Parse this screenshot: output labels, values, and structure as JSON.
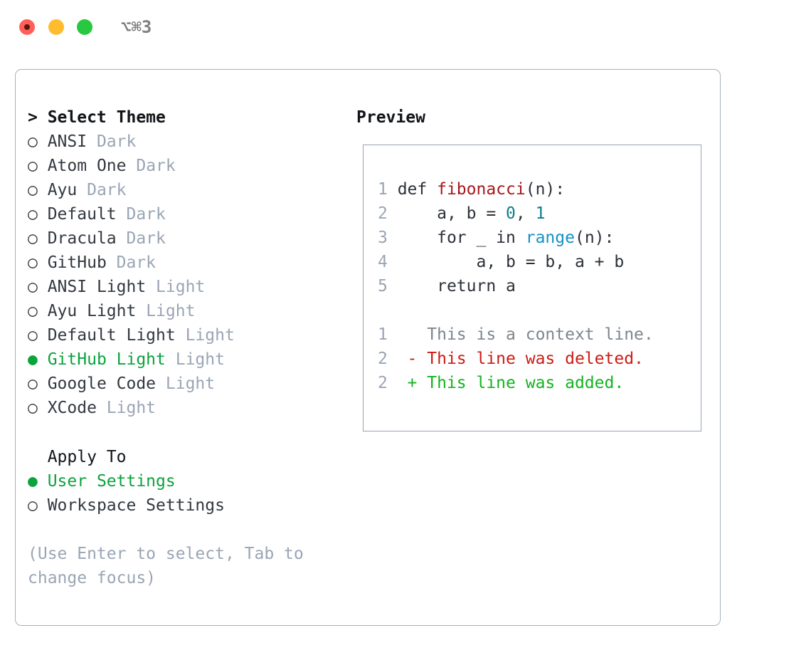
{
  "window": {
    "title": "⌥⌘3",
    "traffic_lights": [
      {
        "name": "close",
        "color": "#ff5f57"
      },
      {
        "name": "minimize",
        "color": "#febc2e"
      },
      {
        "name": "maximize",
        "color": "#28c840"
      }
    ]
  },
  "theme_list": {
    "header": "> Select Theme",
    "selected_bullet": "●",
    "unselected_bullet": "○",
    "items": [
      {
        "name": "ANSI",
        "kind": "Dark",
        "selected": false
      },
      {
        "name": "Atom One",
        "kind": "Dark",
        "selected": false
      },
      {
        "name": "Ayu",
        "kind": "Dark",
        "selected": false
      },
      {
        "name": "Default",
        "kind": "Dark",
        "selected": false
      },
      {
        "name": "Dracula",
        "kind": "Dark",
        "selected": false
      },
      {
        "name": "GitHub",
        "kind": "Dark",
        "selected": false
      },
      {
        "name": "ANSI Light",
        "kind": "Light",
        "selected": false
      },
      {
        "name": "Ayu Light",
        "kind": "Light",
        "selected": false
      },
      {
        "name": "Default Light",
        "kind": "Light",
        "selected": false
      },
      {
        "name": "GitHub Light",
        "kind": "Light",
        "selected": true
      },
      {
        "name": "Google Code",
        "kind": "Light",
        "selected": false
      },
      {
        "name": "XCode",
        "kind": "Light",
        "selected": false
      }
    ]
  },
  "apply_to": {
    "header": "  Apply To",
    "items": [
      {
        "label": "User Settings",
        "selected": true
      },
      {
        "label": "Workspace Settings",
        "selected": false
      }
    ]
  },
  "hint": "(Use Enter to select, Tab to change focus)",
  "preview": {
    "title": "Preview",
    "code_lines": [
      {
        "num": "1",
        "segments": [
          {
            "t": "def ",
            "c": "plain"
          },
          {
            "t": "fibonacci",
            "c": "fn"
          },
          {
            "t": "(n):",
            "c": "plain"
          }
        ]
      },
      {
        "num": "2",
        "segments": [
          {
            "t": "    a, b = ",
            "c": "plain"
          },
          {
            "t": "0",
            "c": "num"
          },
          {
            "t": ", ",
            "c": "plain"
          },
          {
            "t": "1",
            "c": "num"
          }
        ]
      },
      {
        "num": "3",
        "segments": [
          {
            "t": "    for _ in ",
            "c": "plain"
          },
          {
            "t": "range",
            "c": "builtin"
          },
          {
            "t": "(n):",
            "c": "plain"
          }
        ]
      },
      {
        "num": "4",
        "segments": [
          {
            "t": "        a, b = b, a + b",
            "c": "plain"
          }
        ]
      },
      {
        "num": "5",
        "segments": [
          {
            "t": "    return a",
            "c": "plain"
          }
        ]
      }
    ],
    "diff_lines": [
      {
        "num": "1",
        "marker": "  ",
        "text": "This is a context line.",
        "kind": "ctx"
      },
      {
        "num": "2",
        "marker": "- ",
        "text": "This line was deleted.",
        "kind": "del"
      },
      {
        "num": "2",
        "marker": "+ ",
        "text": "This line was added.",
        "kind": "add"
      }
    ]
  },
  "colors": {
    "accent_green": "#0ba33c",
    "muted": "#9aa5b4",
    "text": "#333840",
    "fn_red": "#a4181c",
    "num_teal": "#0d7d8c",
    "builtin_blue": "#1391c4",
    "diff_del": "#cc1b13",
    "diff_add": "#12b31f",
    "border": "#a7b1bf"
  }
}
